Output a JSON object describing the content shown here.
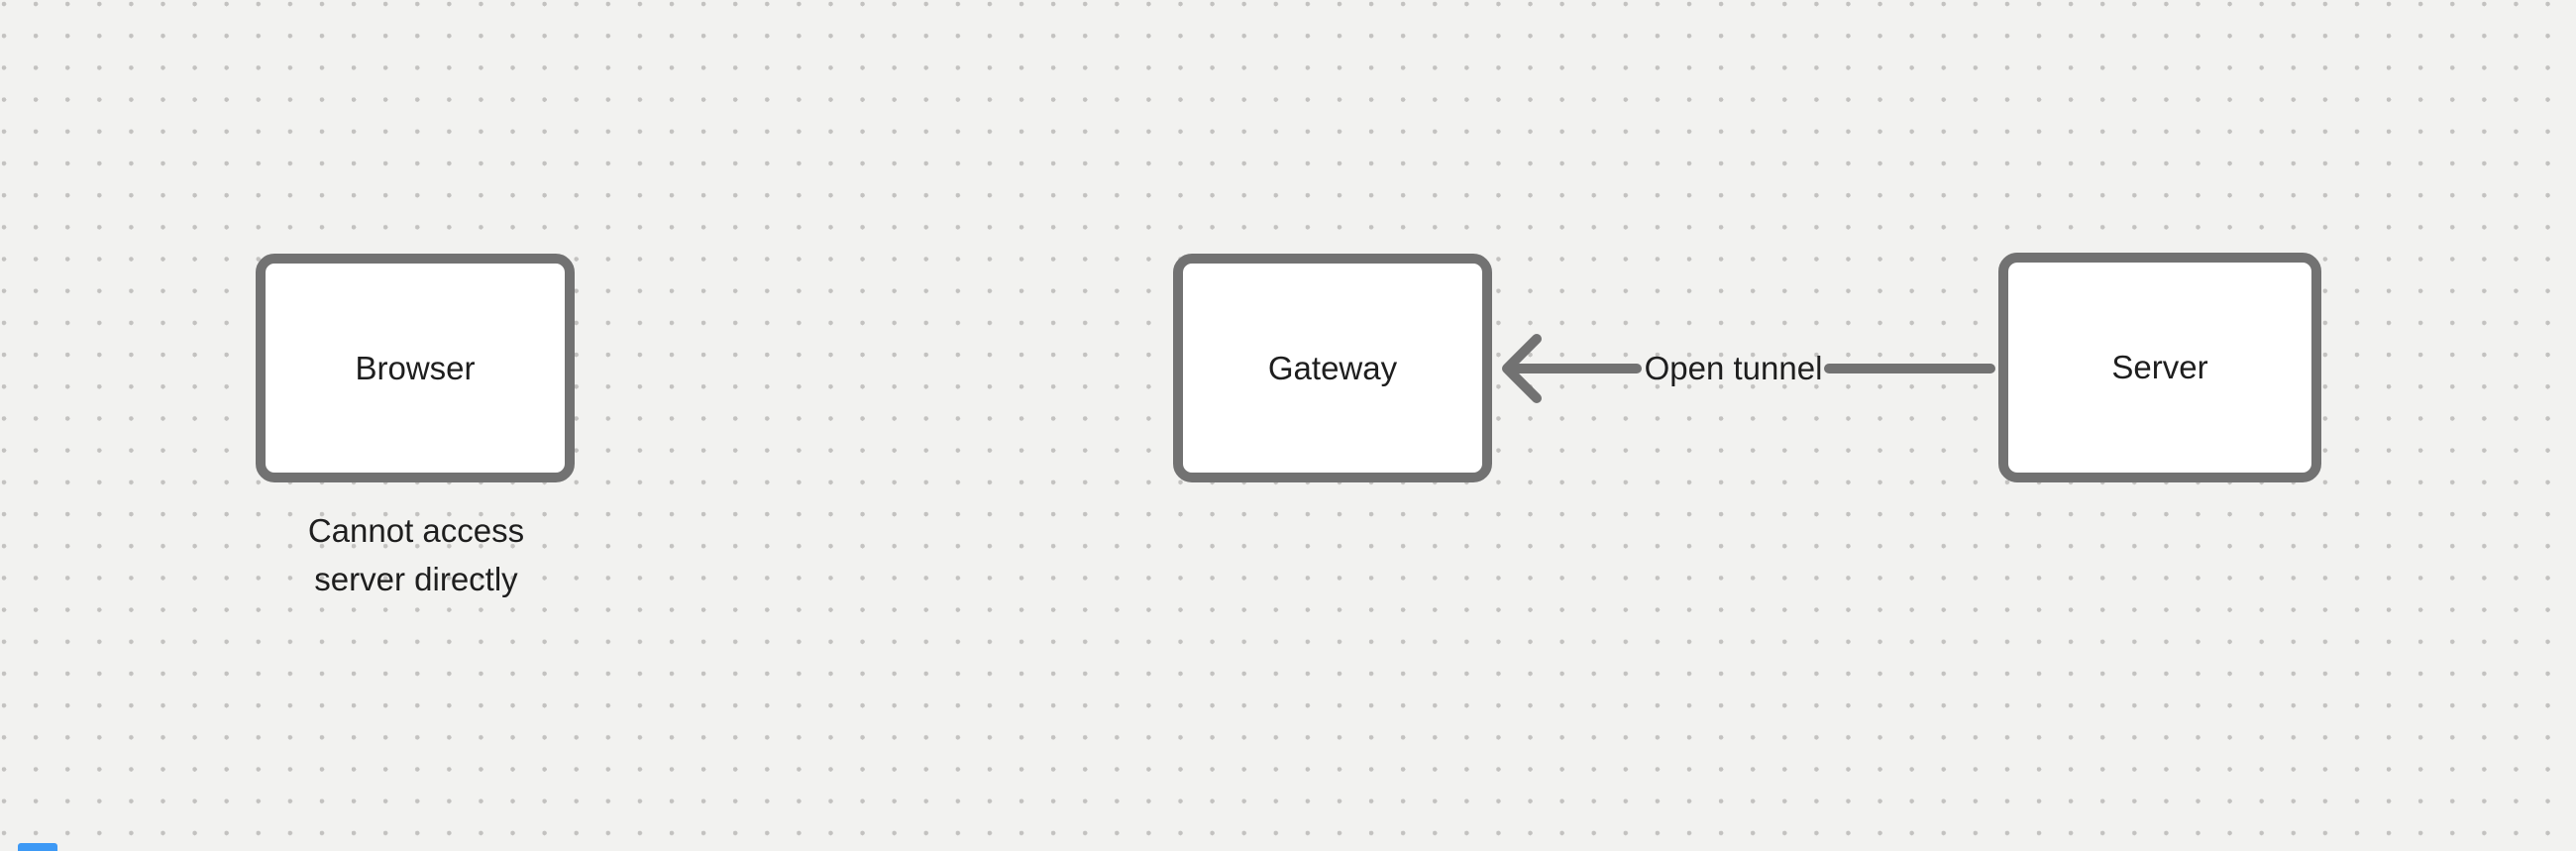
{
  "colors": {
    "canvas_bg": "#f2f2f0",
    "dot": "#c3c2c0",
    "shape_stroke": "#727272",
    "shape_fill": "#ffffff",
    "text": "#1e1e1e",
    "accent_blue": "#3d99f5"
  },
  "nodes": [
    {
      "id": "browser",
      "label": "Browser"
    },
    {
      "id": "gateway",
      "label": "Gateway"
    },
    {
      "id": "server",
      "label": "Server"
    }
  ],
  "edge": {
    "from": "server",
    "to": "gateway",
    "direction": "left",
    "label": "Open tunnel"
  },
  "caption": {
    "line1": "Cannot access",
    "line2": "server directly"
  }
}
